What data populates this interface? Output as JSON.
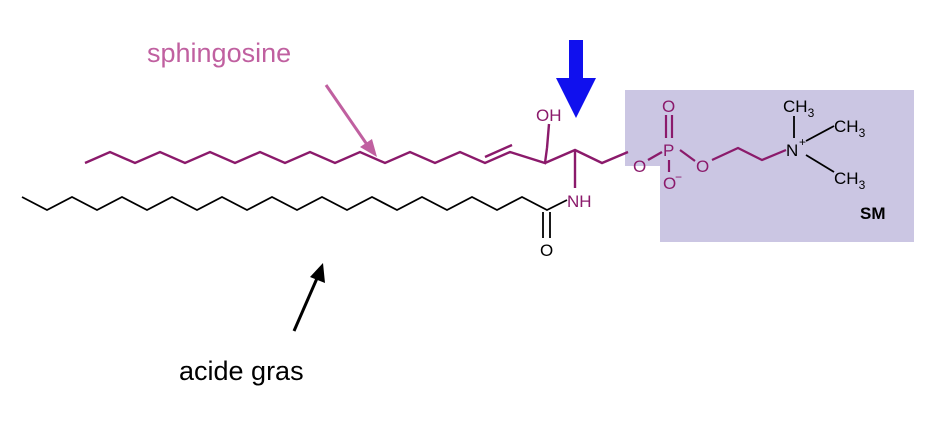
{
  "labels": {
    "sphingosine": "sphingosine",
    "acide_gras": "acide gras",
    "sm": "SM"
  },
  "atoms": {
    "oh": "OH",
    "nh": "NH",
    "carbonyl_o": "O",
    "ester_o": "O",
    "p": "P",
    "p_top_o": "O",
    "p_bottom_o": "O",
    "p_bottom_charge": "−",
    "choline_o": "O",
    "n": "N",
    "n_charge": "+",
    "methyl_top": "CH",
    "methyl_top_sub": "3",
    "methyl_right": "CH",
    "methyl_right_sub": "3",
    "methyl_bottom": "CH",
    "methyl_bottom_sub": "3"
  },
  "colors": {
    "sphingosine_label": "#c060a0",
    "sphingosine_chain": "#8b1a6b",
    "fatty_acid_chain": "#000000",
    "headgroup_box": "#cbc6e3",
    "highlight_arrow": "#1010ee"
  }
}
